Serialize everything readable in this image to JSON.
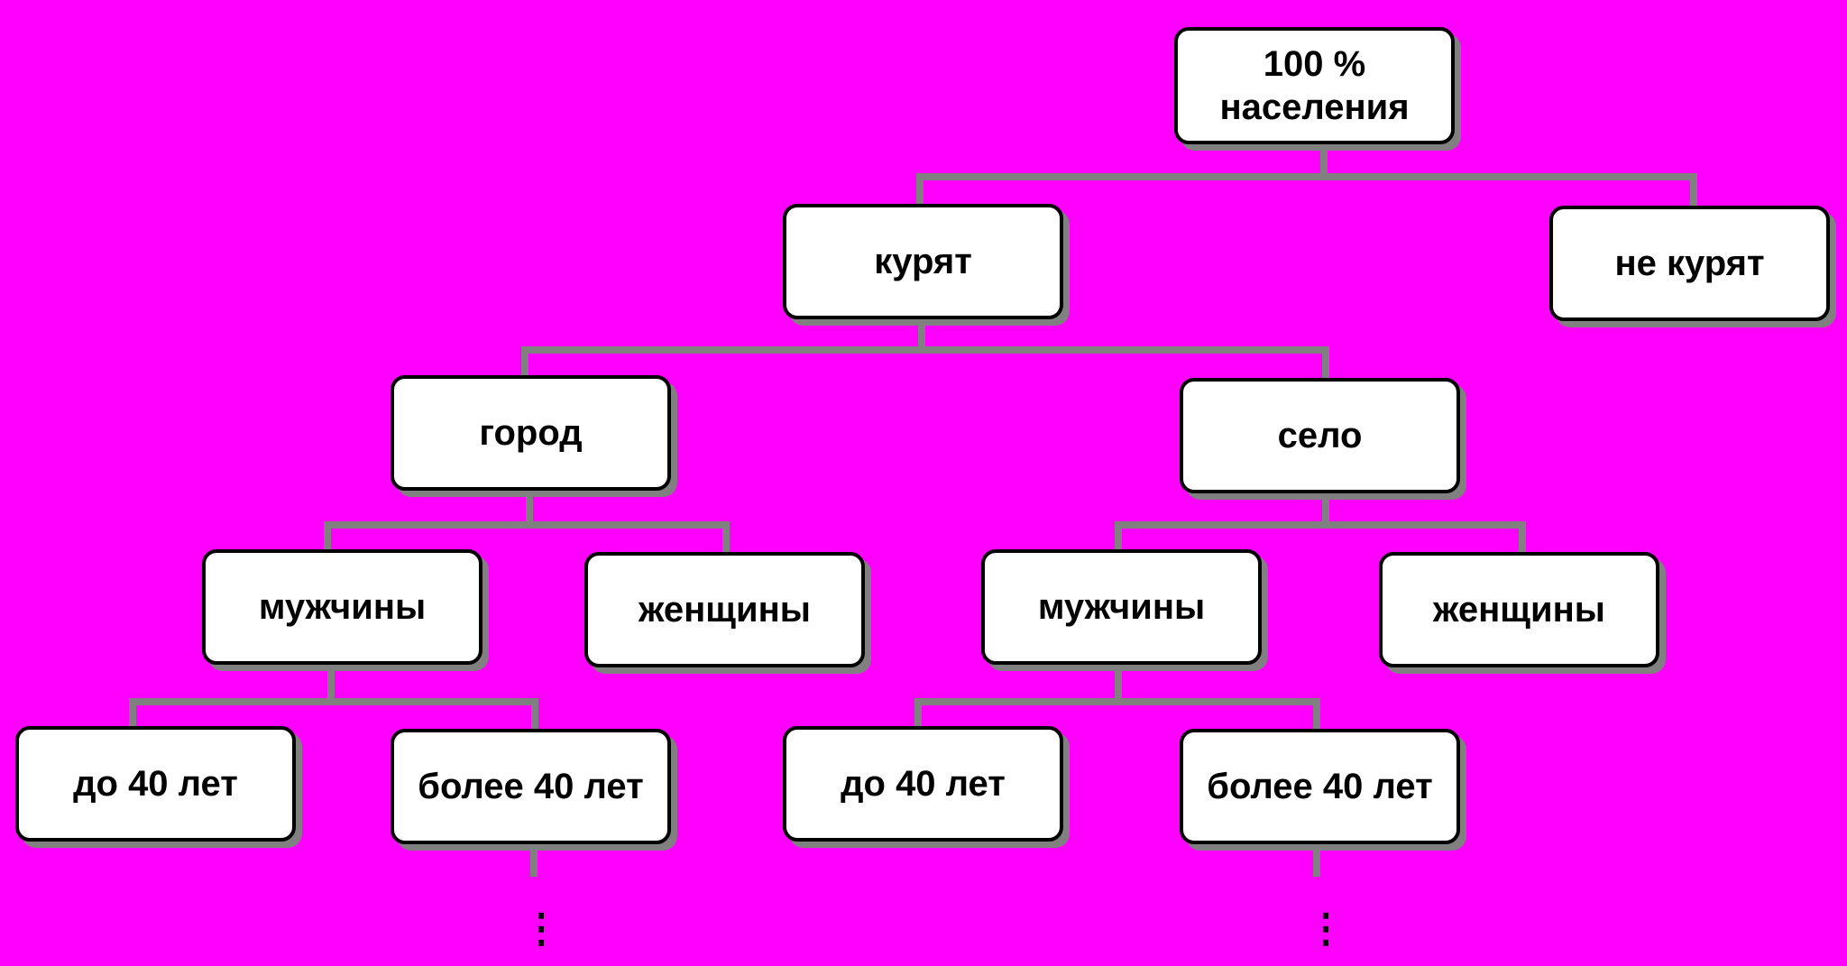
{
  "colors": {
    "background": "#FF00FF",
    "node_fill": "#FFFFFF",
    "node_border": "#000000",
    "connector": "#808080",
    "shadow": "#808080"
  },
  "tree": {
    "root": {
      "line1": "100 %",
      "line2": "населения"
    },
    "smoke": "курят",
    "no_smoke": "не курят",
    "city": "город",
    "village": "село",
    "city_men": "мужчины",
    "city_women": "женщины",
    "village_men": "мужчины",
    "village_women": "женщины",
    "city_men_under40": "до 40 лет",
    "city_men_over40": "более 40 лет",
    "village_men_under40": "до 40 лет",
    "village_men_over40": "более 40 лет",
    "continuation": "⋮"
  }
}
